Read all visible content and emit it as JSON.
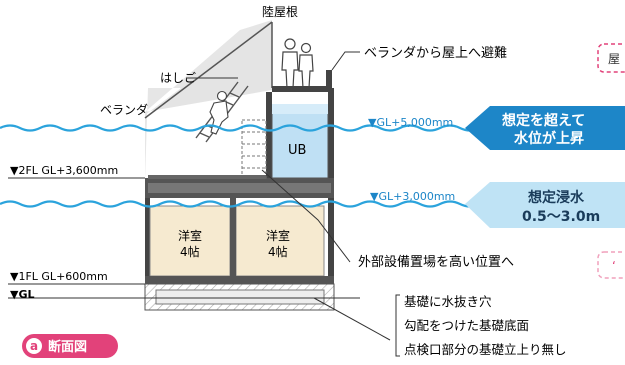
{
  "labels": {
    "roof": "陸屋根",
    "ladder": "はしご",
    "veranda": "ベランダ",
    "evacuation": "ベランダから屋上へ避難",
    "ub": "UB",
    "room_left_name": "洋室",
    "room_left_size": "4帖",
    "room_right_name": "洋室",
    "room_right_size": "4帖",
    "equipment": "外部設備置場を高い位置へ",
    "foundation_1": "基礎に水抜き穴",
    "foundation_2": "勾配をつけた基礎底面",
    "foundation_3": "点検口部分の基礎立上り無し",
    "section_letter": "a",
    "section_title": "断面図",
    "right_box_top": "屋",
    "right_box_bottom": "‘"
  },
  "levels": {
    "gl_5000": "▼GL+5,000mm",
    "fl2": "▼2FL GL+3,600mm",
    "gl_3000": "▼GL+3,000mm",
    "fl1": "▼1FL GL+600mm",
    "gl": "▼GL"
  },
  "callouts": {
    "upper_line1": "想定を超えて",
    "upper_line2": "水位が上昇",
    "lower_line1": "想定浸水",
    "lower_line2": "0.5～3.0m"
  },
  "colors": {
    "water_line": "#2ba3dc",
    "arrow_dark": "#1d86c8",
    "arrow_light": "#bfe3f5",
    "accent_pink": "#e2427a",
    "wall": "#4a4a4a",
    "room_fill": "#f6ead0",
    "ub_fill": "#bfe0f4"
  }
}
